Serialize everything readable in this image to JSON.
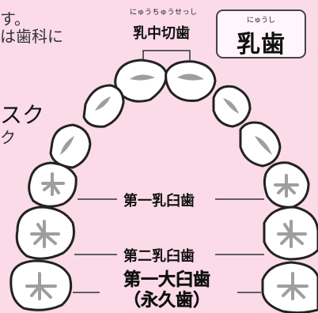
{
  "left_text": {
    "line1": "す。",
    "line2": "は歯科に",
    "line3": "スク",
    "line4": "ク"
  },
  "incisor": {
    "ruby": "にゅうちゅうせっし",
    "label": "乳中切歯"
  },
  "title_box": {
    "ruby": "にゅうし",
    "label": "乳歯"
  },
  "labels": {
    "first_molar": "第一乳臼歯",
    "second_molar": "第二乳臼歯",
    "permanent_line1": "第一大臼歯",
    "permanent_line2": "（永久歯）"
  }
}
